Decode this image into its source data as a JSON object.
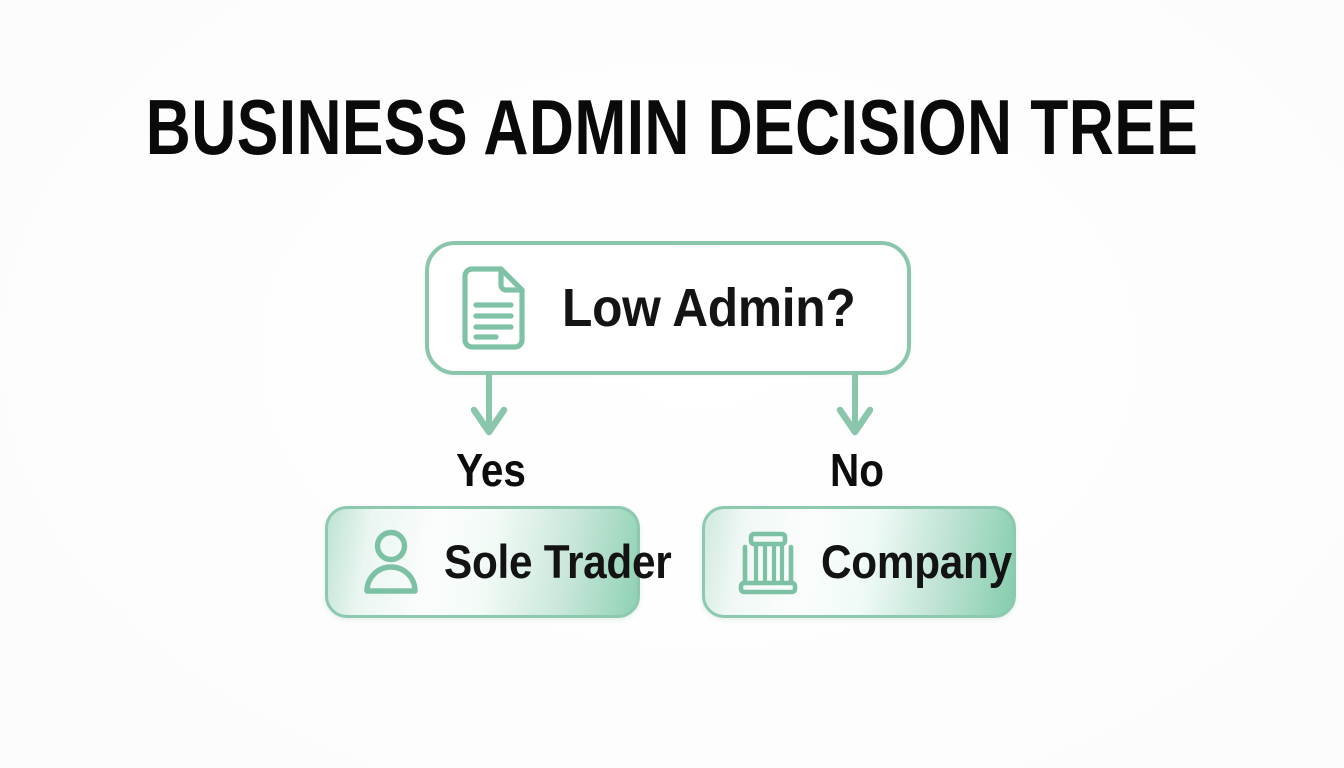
{
  "page": {
    "title": "BUSINESS ADMIN DECISION TREE",
    "background_color": "#fdfdfe",
    "accent_color": "#8ac6ab",
    "text_color": "#0a0a0a"
  },
  "diagram": {
    "type": "decision-tree",
    "root": {
      "id": "low-admin",
      "label": "Low Admin?",
      "icon": "document-icon",
      "shape": "rounded-rectangle",
      "fill": "#ffffff",
      "border_color": "#8ac6ab"
    },
    "branches": [
      {
        "id": "branch-yes",
        "label": "Yes",
        "direction": "left",
        "arrow_color": "#8ac6ab",
        "target": {
          "id": "sole-trader",
          "label": "Sole Trader",
          "icon": "person-icon",
          "shape": "rounded-rectangle",
          "fill_start": "#bfe3d3",
          "fill_mid": "#fbfdfc",
          "fill_end": "#8fd1b4",
          "border_color": "#8cc9af"
        }
      },
      {
        "id": "branch-no",
        "label": "No",
        "direction": "right",
        "arrow_color": "#8ac6ab",
        "target": {
          "id": "company",
          "label": "Company",
          "icon": "bank-building-icon",
          "shape": "rounded-rectangle",
          "fill_start": "#cfe9de",
          "fill_mid": "#fbfdfc",
          "fill_end": "#84cdad",
          "border_color": "#8cc9af"
        }
      }
    ]
  }
}
